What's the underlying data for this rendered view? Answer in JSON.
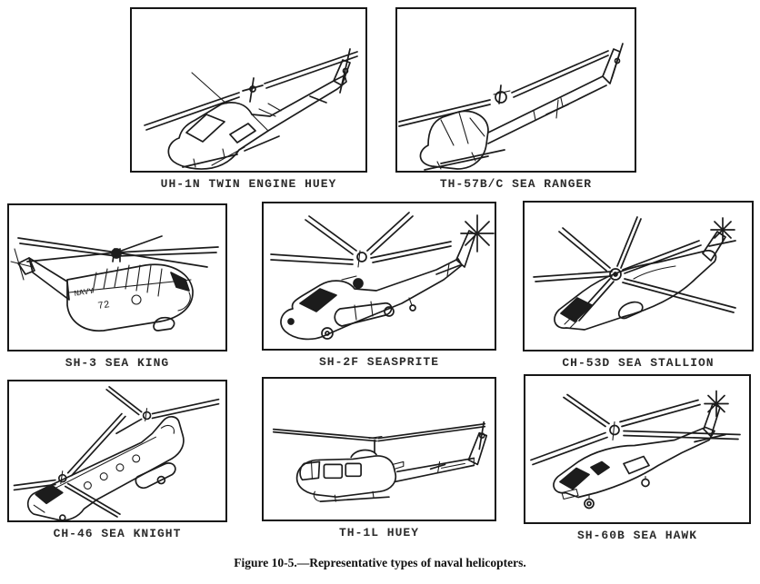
{
  "figure": {
    "caption": "Figure 10-5.—Representative types of naval helicopters.",
    "panels": [
      {
        "label": "UH-1N TWIN ENGINE HUEY"
      },
      {
        "label": "TH-57B/C SEA RANGER"
      },
      {
        "label": "SH-3 SEA KING"
      },
      {
        "label": "SH-2F SEASPRITE"
      },
      {
        "label": "CH-53D SEA STALLION"
      },
      {
        "label": "CH-46 SEA KNIGHT"
      },
      {
        "label": "TH-1L HUEY"
      },
      {
        "label": "SH-60B SEA HAWK"
      }
    ],
    "markings": {
      "navy": "NAVY",
      "modex": "72"
    }
  }
}
